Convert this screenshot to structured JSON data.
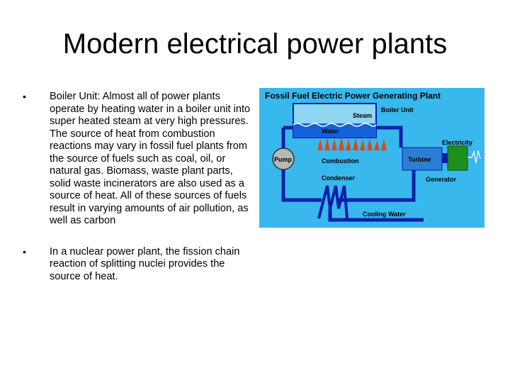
{
  "slide": {
    "title": "Modern electrical power plants"
  },
  "bullets": [
    {
      "text": "Boiler Unit: Almost all of power plants operate by heating water in a boiler unit into super heated steam at very high pressures. The source of heat from combustion reactions may vary in fossil fuel plants from the source of fuels such as coal, oil, or natural gas. Biomass,  waste plant parts, solid waste incinerators are also used as a source of heat. All of these sources of fuels result in varying amounts of air pollution, as well as  carbon"
    },
    {
      "text": "In a nuclear power plant, the fission chain reaction of splitting nuclei provides the source of heat."
    }
  ],
  "diagram": {
    "title": "Fossil Fuel Electric Power Generating Plant",
    "labels": {
      "steam": "Steam",
      "boiler_unit": "Boiler Unit",
      "water": "Water",
      "electricity": "Electricity",
      "pump": "Pump",
      "combustion": "Combustion",
      "turbine": "Turbine",
      "condenser": "Condenser",
      "generator": "Generator",
      "cooling_water": "Cooling Water"
    },
    "colors": {
      "background": "#38b8ec",
      "pipe": "#0a1fa8",
      "generator": "#1e8f1e",
      "flame": "#d84a1a",
      "boiler": "#8fd6f2"
    }
  }
}
